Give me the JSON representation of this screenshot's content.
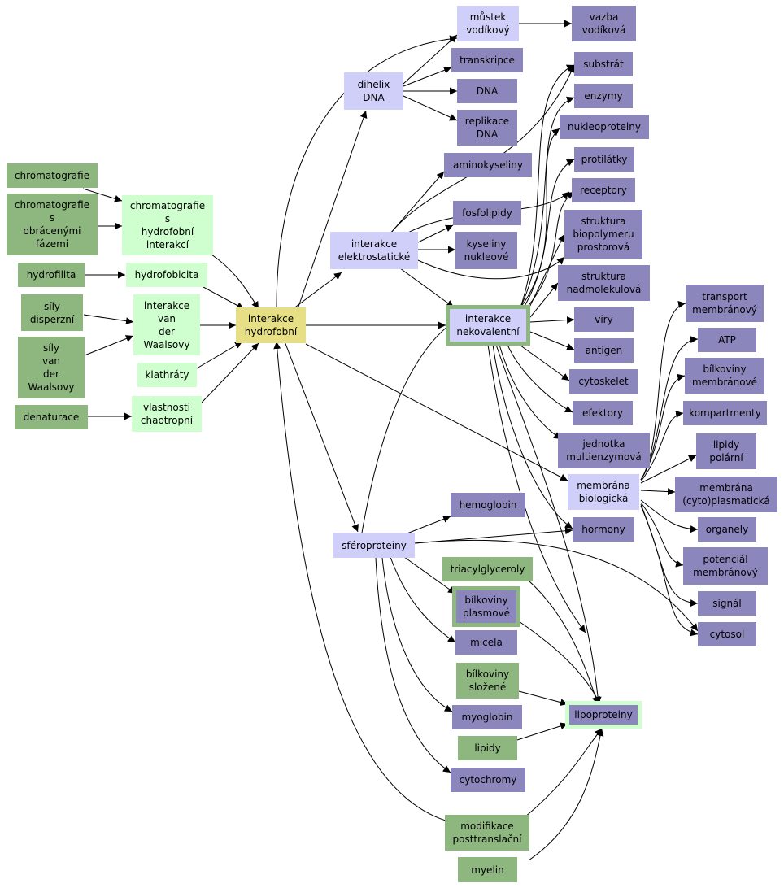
{
  "colors": {
    "dark_green": "#8db77f",
    "light_green": "#cfffcf",
    "dark_purple": "#8b87bd",
    "light_purple": "#cfcff9",
    "yellow": "#e6df86",
    "edge": "#000000"
  },
  "nodes": {
    "chromatografie": "chromatografie",
    "chrom_obr": "chromatografie\ns\nobrácenými\nfázemi",
    "chrom_hydro": "chromatografie\ns\nhydrofobní\ninterakcí",
    "hydrofilita": "hydrofilita",
    "hydrofobicita": "hydrofobicita",
    "sily_disp": "síly\ndisperzní",
    "int_vdw": "interakce\nvan\nder\nWaalsovy",
    "sily_vdw": "síly\nvan\nder\nWaalsovy",
    "klathraty": "klathráty",
    "denaturace": "denaturace",
    "vlast_chao": "vlastnosti\nchaotropní",
    "int_hydro": "interakce\nhydrofobní",
    "dihelix": "dihelix\nDNA",
    "mustek": "můstek\nvodíkový",
    "vazba": "vazba\nvodíková",
    "transkripce": "transkripce",
    "dna": "DNA",
    "replikace": "replikace\nDNA",
    "aminokyseliny": "aminokyseliny",
    "fosfolipidy": "fosfolipidy",
    "int_elek": "interakce\nelektrostatické",
    "kys_nukl": "kyseliny\nnukleové",
    "int_nekov": "interakce\nnekovalentní",
    "substrat": "substrát",
    "enzymy": "enzymy",
    "nukleoproteiny": "nukleoproteiny",
    "protilatky": "protilátky",
    "receptory": "receptory",
    "strukt_bio": "struktura\nbiopolymeru\nprostorová",
    "strukt_nad": "struktura\nnadmolekulová",
    "viry": "viry",
    "antigen": "antigen",
    "cytoskelet": "cytoskelet",
    "efektory": "efektory",
    "jednotka": "jednotka\nmultienzymová",
    "membrana_bio": "membrána\nbiologická",
    "hormony": "hormony",
    "transport": "transport\nmembránový",
    "atp": "ATP",
    "bilk_memb": "bílkoviny\nmembránové",
    "kompartmenty": "kompartmenty",
    "lipidy_pol": "lipidy\npolární",
    "membrana_cyto": "membrána\n(cyto)plasmatická",
    "organely": "organely",
    "potencial": "potenciál\nmembránový",
    "signal": "signál",
    "cytosol": "cytosol",
    "hemoglobin": "hemoglobin",
    "sferoproteiny": "sféroproteiny",
    "triacyl": "triacylglyceroly",
    "bilk_plas": "bílkoviny\nplasmové",
    "micela": "micela",
    "bilk_slozene": "bílkoviny\nsložené",
    "myoglobin": "myoglobin",
    "lipoproteiny": "lipoproteiny",
    "lipidy": "lipidy",
    "cytochromy": "cytochromy",
    "modifikace": "modifikace\nposttranslační",
    "myelin": "myelin"
  }
}
